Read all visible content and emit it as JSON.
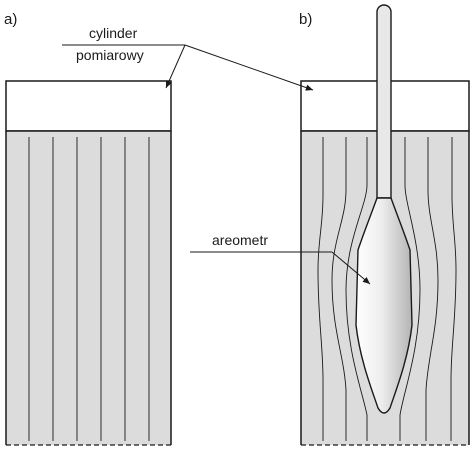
{
  "labels": {
    "panel_a": "a)",
    "panel_b": "b)",
    "cylinder_line1": "cylinder",
    "cylinder_line2": "pomiarowy",
    "areometer": "areometr"
  },
  "colors": {
    "liquid": "#dcdcdc",
    "stroke": "#1a1a1a",
    "hydrometer_light": "#ffffff",
    "hydrometer_dark": "#b4b4b4"
  }
}
